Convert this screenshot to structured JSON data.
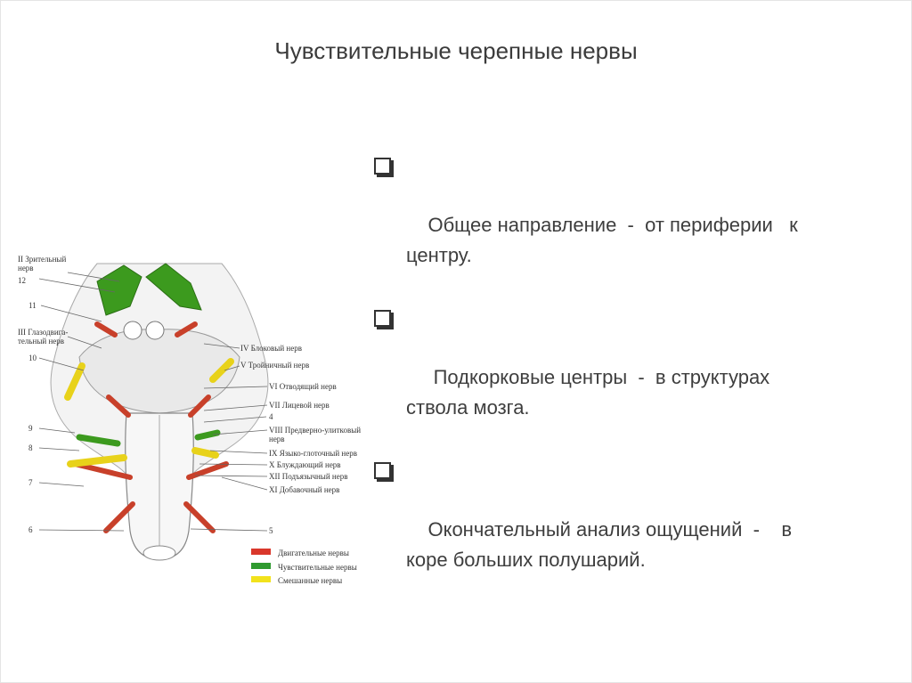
{
  "slide": {
    "title": "Чувствительные черепные нервы",
    "bullets": [
      "Общее направление  -  от периферии   к\nцентру.",
      " Подкорковые центры  -  в структурах\nствола мозга.",
      "Окончательный анализ ощущений  -    в\nкоре больших полушарий."
    ]
  },
  "figure": {
    "left_labels": [
      "II Зрительный\nнерв",
      "12",
      "11",
      "III Глазодвига-\nтельный нерв",
      "10",
      "9",
      "8",
      "7",
      "6"
    ],
    "right_labels": [
      "IV Блоковый нерв",
      "V Тройничный нерв",
      "VI Отводящий нерв",
      "VII Лицевой нерв",
      "4",
      "VIII Предверно-улитковый\nнерв",
      "IX Языко-глоточный нерв",
      "X Блуждающий нерв",
      "XII Подъязычный нерв",
      "XI Добавочный нерв",
      "5"
    ],
    "legend": [
      {
        "label": "Двигательные нервы",
        "color": "#d9372b"
      },
      {
        "label": "Чувствительные нервы",
        "color": "#2f9a2f"
      },
      {
        "label": "Смешанные нервы",
        "color": "#f2e21c"
      }
    ],
    "colors": {
      "motor": "#c8402a",
      "sensory": "#3c9a1e",
      "mixed": "#e8d21a"
    }
  }
}
